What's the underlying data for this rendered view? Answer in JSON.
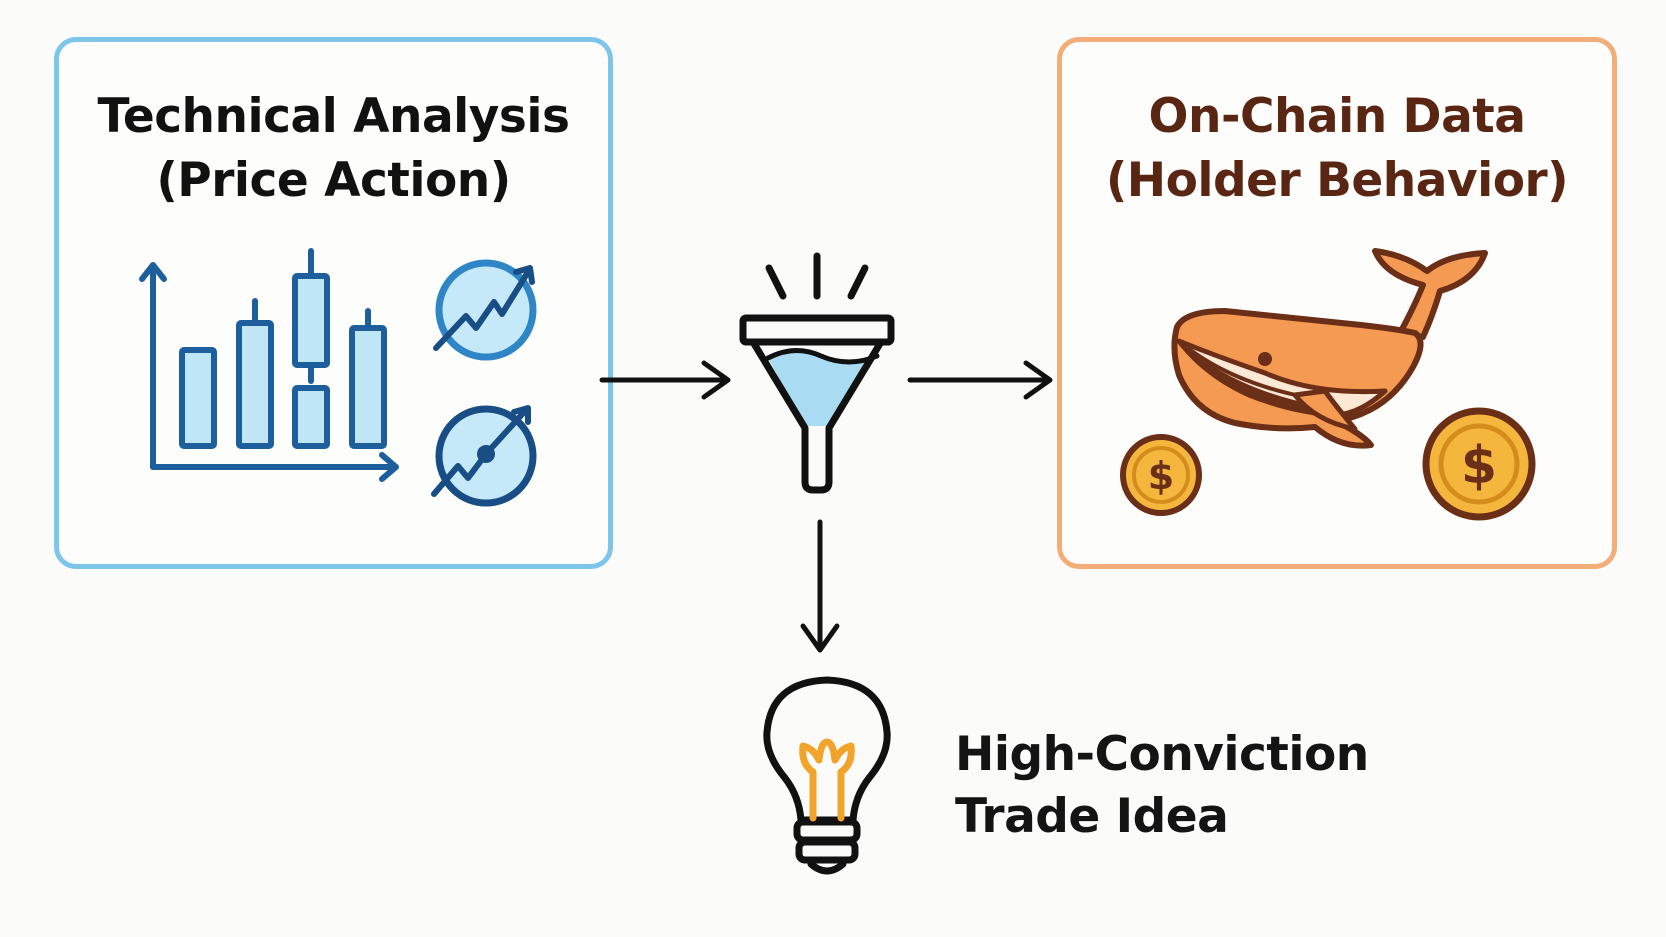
{
  "nodes": {
    "technical": {
      "title_line1": "Technical Analysis",
      "title_line2": "(Price Action)",
      "border_color": "#7cc6ec",
      "icons": [
        "candlestick-chart-icon",
        "trend-up-circle-icon",
        "trend-target-circle-icon"
      ]
    },
    "onchain": {
      "title_line1": "On-Chain Data",
      "title_line2": "(Holder Behavior)",
      "border_color": "#f2ad78",
      "icons": [
        "whale-icon",
        "dollar-coin-icon"
      ]
    },
    "filter": {
      "icon": "funnel-icon"
    },
    "result": {
      "icon": "lightbulb-icon",
      "label_line1": "High-Conviction",
      "label_line2": "Trade Idea"
    }
  },
  "colors": {
    "blue_stroke": "#1d5e9c",
    "blue_fill": "#bfe6f7",
    "orange_fill": "#f59a52",
    "brown_stroke": "#6b2e16",
    "coin_fill": "#f4b63c",
    "bulb_filament": "#f2a32a",
    "arrow": "#111111"
  }
}
